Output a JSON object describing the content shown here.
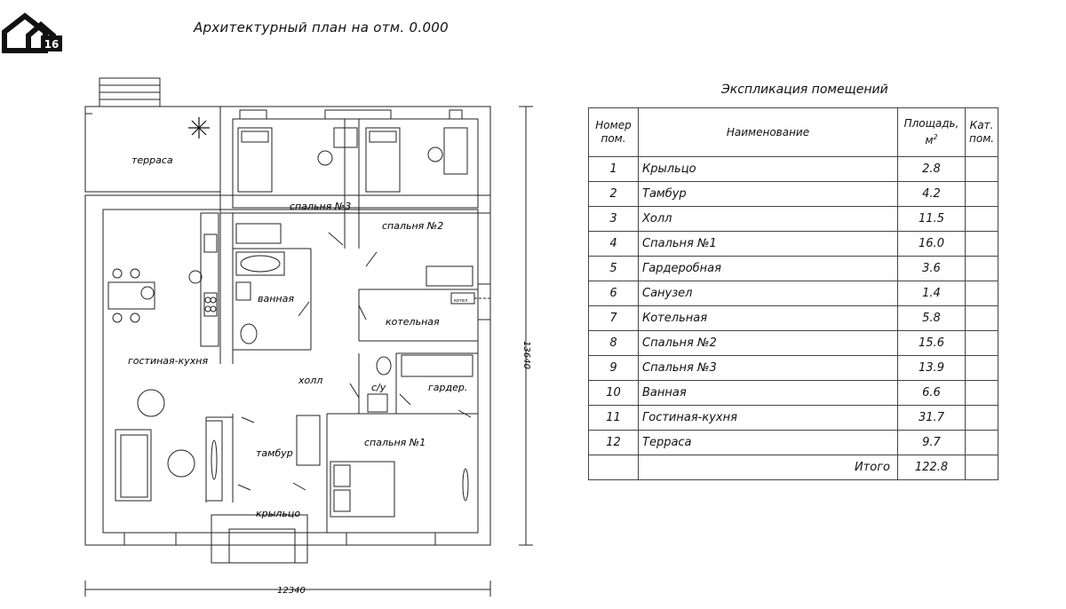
{
  "logo": {
    "badge": "16"
  },
  "plan": {
    "title": "Архитектурный план на отм. 0.000",
    "dimensions": {
      "width": "12340",
      "height": "13640"
    },
    "rooms": {
      "terrace": "терраса",
      "bedroom3": "спальня №3",
      "bedroom2": "спальня №2",
      "bathroom": "ванная",
      "boiler": "котельная",
      "living_kitchen": "гостиная-кухня",
      "hall": "холл",
      "wc": "с/у",
      "wardrobe": "гардер.",
      "vestibule": "тамбур",
      "porch": "крыльцо",
      "bedroom1": "спальня №1",
      "boiler_unit": "котел"
    }
  },
  "explication": {
    "title": "Экспликация помещений",
    "headers": {
      "num": "Номер пом.",
      "name": "Наименование",
      "area": "Площадь,",
      "area_unit": "м",
      "area_exp": "2",
      "cat": "Кат. пом."
    },
    "rows": [
      {
        "num": "1",
        "name": "Крыльцо",
        "area": "2.8"
      },
      {
        "num": "2",
        "name": "Тамбур",
        "area": "4.2"
      },
      {
        "num": "3",
        "name": "Холл",
        "area": "11.5"
      },
      {
        "num": "4",
        "name": "Спальня №1",
        "area": "16.0"
      },
      {
        "num": "5",
        "name": "Гардеробная",
        "area": "3.6"
      },
      {
        "num": "6",
        "name": "Санузел",
        "area": "1.4"
      },
      {
        "num": "7",
        "name": "Котельная",
        "area": "5.8"
      },
      {
        "num": "8",
        "name": "Спальня №2",
        "area": "15.6"
      },
      {
        "num": "9",
        "name": "Спальня №3",
        "area": "13.9"
      },
      {
        "num": "10",
        "name": "Ванная",
        "area": "6.6"
      },
      {
        "num": "11",
        "name": "Гостиная-кухня",
        "area": "31.7"
      },
      {
        "num": "12",
        "name": "Терраса",
        "area": "9.7"
      }
    ],
    "total": {
      "label": "Итого",
      "value": "122.8"
    }
  }
}
